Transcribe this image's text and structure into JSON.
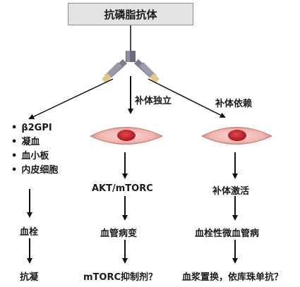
{
  "title": "抗磷脂抗体",
  "branch_center_label": "补体独立",
  "branch_right_label": "补体依赖",
  "left_list": [
    "β2GPI",
    "凝血",
    "血小板",
    "内皮细胞"
  ],
  "left_step1": "血栓",
  "left_step2": "抗凝",
  "center_step1": "AKT/mTORC",
  "center_step2": "血管病变",
  "center_step3": "mTORC抑制剂？",
  "right_step1": "补体激活",
  "right_step2": "血栓性微血管病",
  "right_step3": "血浆置换，依库珠单抗？"
}
